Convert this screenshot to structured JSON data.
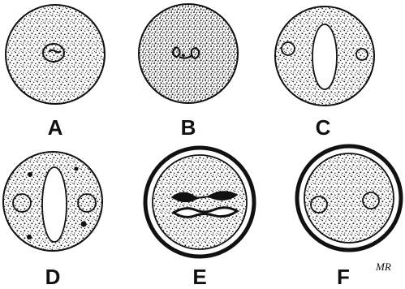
{
  "figure": {
    "ink_color": "#111111",
    "paper_color": "#ffffff",
    "panels": [
      {
        "id": "a",
        "label": "A"
      },
      {
        "id": "b",
        "label": "B"
      },
      {
        "id": "c",
        "label": "C"
      },
      {
        "id": "d",
        "label": "D"
      },
      {
        "id": "e",
        "label": "E"
      },
      {
        "id": "f",
        "label": "F"
      }
    ],
    "signature": "MR"
  }
}
